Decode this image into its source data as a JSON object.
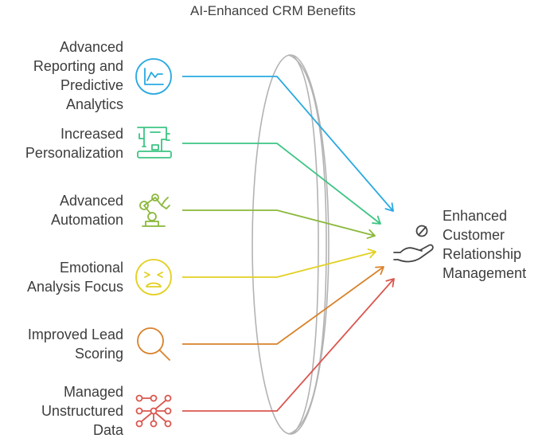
{
  "title": "AI-Enhanced CRM Benefits",
  "inputs": [
    {
      "label": "Advanced\nReporting and\nPredictive\nAnalytics",
      "icon": "analytics-chart-icon",
      "color": "#29a9e0"
    },
    {
      "label": "Increased\nPersonalization",
      "icon": "sewing-machine-icon",
      "color": "#3cc584"
    },
    {
      "label": "Advanced\nAutomation",
      "icon": "robot-arm-icon",
      "color": "#8ab83a"
    },
    {
      "label": "Emotional\nAnalysis Focus",
      "icon": "frustrated-face-icon",
      "color": "#e3d022"
    },
    {
      "label": "Improved Lead\nScoring",
      "icon": "magnifying-glass-icon",
      "color": "#d9822b"
    },
    {
      "label": "Managed\nUnstructured\nData",
      "icon": "network-graph-icon",
      "color": "#d9574f"
    }
  ],
  "result": {
    "label": "Enhanced\nCustomer\nRelationship\nManagement",
    "icon": "hand-with-person-icon",
    "color": "#444444"
  }
}
